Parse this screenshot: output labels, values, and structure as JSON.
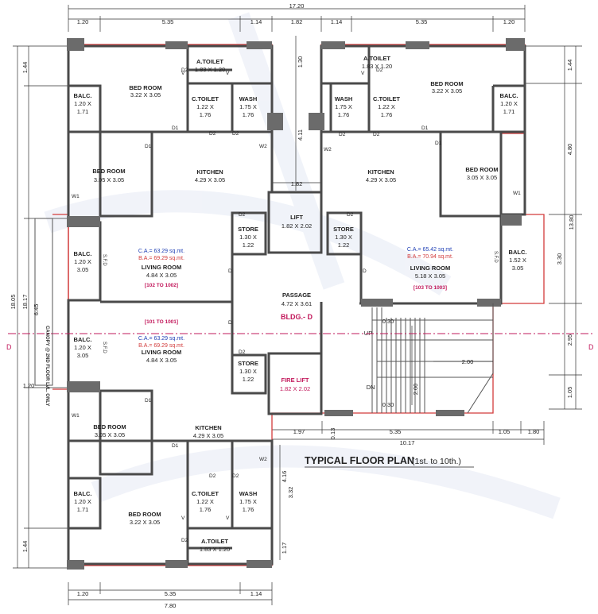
{
  "title": {
    "main": "TYPICAL FLOOR PLAN",
    "sub": "(1st. to 10th.)"
  },
  "building_label": "BLDG.- D",
  "section_marker": "D",
  "rooms": {
    "bed_tl": {
      "name": "BED ROOM",
      "size": "3.22 X 3.05"
    },
    "bed_tr": {
      "name": "BED ROOM",
      "size": "3.22 X 3.05"
    },
    "bed_ml": {
      "name": "BED ROOM",
      "size": "3.05 X 3.05"
    },
    "bed_mr": {
      "name": "BED ROOM",
      "size": "3.05 X 3.05"
    },
    "bed_ll": {
      "name": "BED ROOM",
      "size": "3.05 X 3.05"
    },
    "bed_bl": {
      "name": "BED ROOM",
      "size": "3.22 X 3.05"
    },
    "atoilet_tl": {
      "name": "A.TOILET",
      "size": "1.83 X 1.20"
    },
    "atoilet_tr": {
      "name": "A.TOILET",
      "size": "1.83 X 1.20"
    },
    "atoilet_bl": {
      "name": "A.TOILET",
      "size": "1.83 X 1.20"
    },
    "ctoilet_tl": {
      "name": "C.TOILET",
      "size1": "1.22 X",
      "size2": "1.76"
    },
    "ctoilet_tr": {
      "name": "C.TOILET",
      "size1": "1.22 X",
      "size2": "1.76"
    },
    "ctoilet_bl": {
      "name": "C.TOILET",
      "size1": "1.22 X",
      "size2": "1.76"
    },
    "wash_tl": {
      "name": "WASH",
      "size1": "1.75 X",
      "size2": "1.76"
    },
    "wash_tr": {
      "name": "WASH",
      "size1": "1.75 X",
      "size2": "1.76"
    },
    "wash_bl": {
      "name": "WASH",
      "size1": "1.75 X",
      "size2": "1.76"
    },
    "balc_tl": {
      "name": "BALC.",
      "size1": "1.20 X",
      "size2": "1.71"
    },
    "balc_tr": {
      "name": "BALC.",
      "size1": "1.20 X",
      "size2": "1.71"
    },
    "balc_ml": {
      "name": "BALC.",
      "size1": "1.20 X",
      "size2": "3.05"
    },
    "balc_mr": {
      "name": "BALC.",
      "size1": "1.52 X",
      "size2": "3.05"
    },
    "balc_ll": {
      "name": "BALC.",
      "size1": "1.20 X",
      "size2": "3.05"
    },
    "balc_bl": {
      "name": "BALC.",
      "size1": "1.20 X",
      "size2": "1.71"
    },
    "kitchen_l": {
      "name": "KITCHEN",
      "size": "4.29 X 3.05"
    },
    "kitchen_r": {
      "name": "KITCHEN",
      "size": "4.29 X 3.05"
    },
    "kitchen_b": {
      "name": "KITCHEN",
      "size": "4.29 X 3.05"
    },
    "lift": {
      "name": "LIFT",
      "size": "1.82 X 2.02"
    },
    "fire_lift": {
      "name": "FIRE LIFT",
      "size": "1.82 X 2.02"
    },
    "store_l": {
      "name": "STORE",
      "size1": "1.30 X",
      "size2": "1.22"
    },
    "store_r": {
      "name": "STORE",
      "size1": "1.30 X",
      "size2": "1.22"
    },
    "store_b": {
      "name": "STORE",
      "size1": "1.30 X",
      "size2": "1.22"
    },
    "passage": {
      "name": "PASSAGE",
      "size": "4.72 X 3.61"
    },
    "living_l": {
      "name": "LIVING ROOM",
      "size": "4.84 X 3.05",
      "ca": "C.A.= 63.29 sq.mt.",
      "ba": "B.A.= 69.29 sq.mt.",
      "flats": "[102 TO 1002]"
    },
    "living_r": {
      "name": "LIVING ROOM",
      "size": "5.18 X 3.05",
      "ca": "C.A.= 65.42 sq.mt.",
      "ba": "B.A.= 70.94 sq.mt.",
      "flats": "[103 TO 1003]"
    },
    "living_ll": {
      "name": "LIVING ROOM",
      "size": "4.84 X 3.05",
      "ca": "C.A.= 63.29 sq.mt.",
      "ba": "B.A.= 69.29 sq.mt.",
      "flats": "[101 TO 1001]"
    }
  },
  "stair": {
    "up": "UP",
    "dn": "DN",
    "w1": "2.00",
    "w2": "2.00",
    "s1": "0.30",
    "s2": "0.30"
  },
  "canopy": "CANOPY @ 2ND FLOOR LVL. ONLY",
  "sfd": "S.F.D",
  "door_tags": {
    "d": "D",
    "d1": "D1",
    "d2": "D2",
    "w1": "W1",
    "w2": "W2",
    "v": "V"
  },
  "dims_top": {
    "overall": "17.20",
    "a": "1.20",
    "b": "5.35",
    "c": "1.14",
    "d": "1.82",
    "e": "1.14",
    "f": "5.35",
    "g": "1.20"
  },
  "dims_bottom": {
    "a": "1.20",
    "b": "5.35",
    "c": "1.14",
    "overall": "7.80"
  },
  "dims_mid_bottom": {
    "a": "1.97",
    "b": "5.35",
    "c": "1.05",
    "d": "1.80",
    "overall": "10.17",
    "v": "0.13"
  },
  "dims_left": {
    "overall": "18.05",
    "inner": "18.17",
    "a": "1.44",
    "b": "6.45",
    "c": "1.20",
    "d": "1.44"
  },
  "dims_right": {
    "overall": "13.80",
    "a": "1.44",
    "b": "4.80",
    "c": "3.30",
    "d": "2.95",
    "e": "1.05"
  },
  "dims_center": {
    "a": "1.30",
    "b": "4.11",
    "c": "1.82",
    "d": "4.16",
    "e": "3.32",
    "f": "1.17"
  }
}
